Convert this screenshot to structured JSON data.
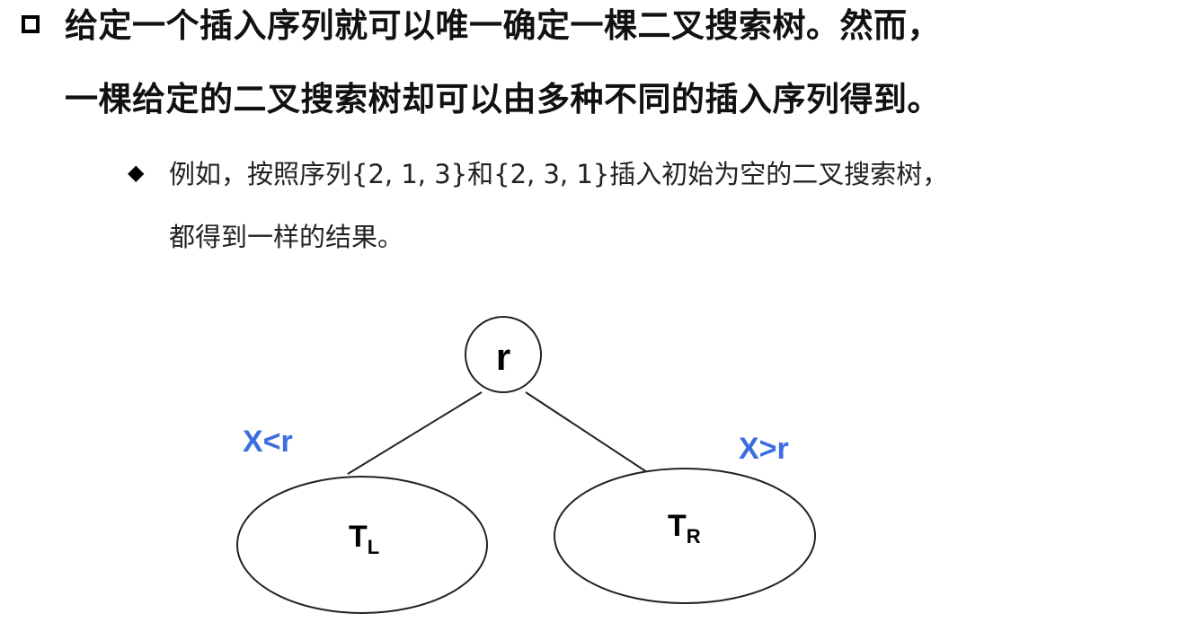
{
  "slide": {
    "point_1_line_1": "给定一个插入序列就可以唯一确定一棵二叉搜索树。然而，",
    "point_1_line_2": "一棵给定的二叉搜索树却可以由多种不同的插入序列得到。",
    "sub_point_line_1": "例如，按照序列{2, 1, 3}和{2, 3, 1}插入初始为空的二叉搜索树，",
    "sub_point_line_2": "都得到一样的结果。"
  },
  "tree": {
    "root_label": "r",
    "left_condition": "X<r",
    "right_condition": "X>r",
    "left_subtree_label": "T",
    "left_subtree_sub": "L",
    "right_subtree_label": "T",
    "right_subtree_sub": "R"
  },
  "colors": {
    "condition_text": "#3b6fe0"
  }
}
